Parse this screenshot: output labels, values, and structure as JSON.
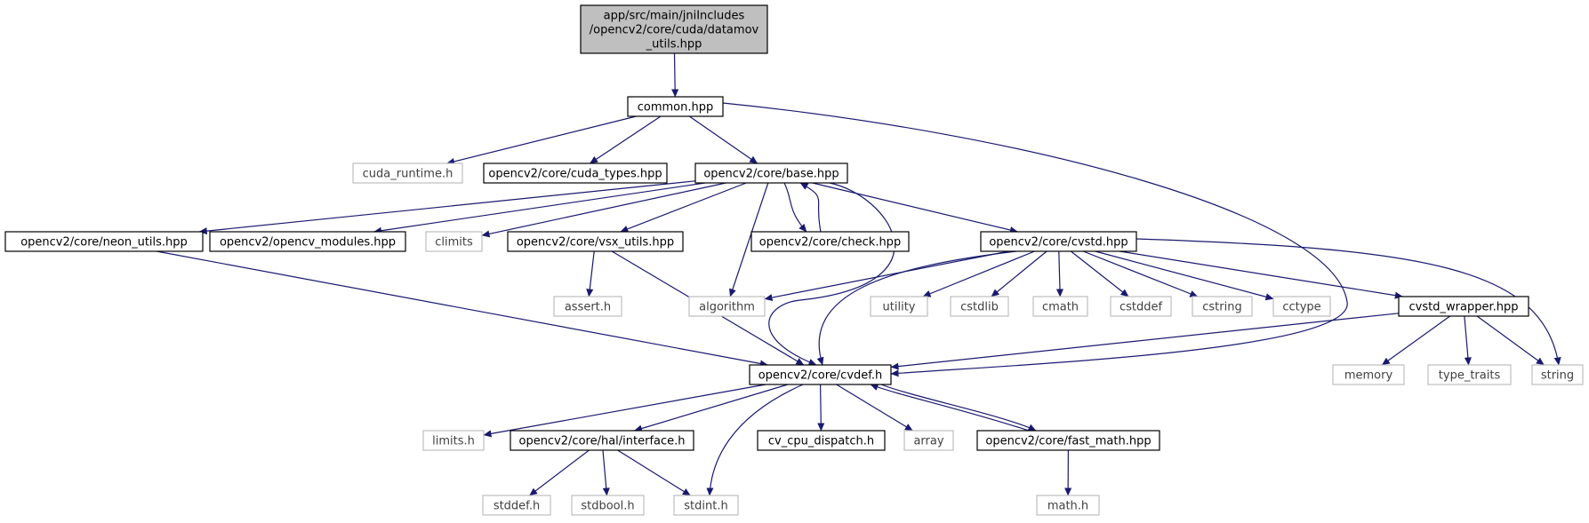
{
  "colors": {
    "edge": "#191970",
    "node_border_documented": "#000000",
    "node_border_external": "#bfbfbf",
    "text_documented": "#000000",
    "text_external": "#404040",
    "root_fill": "#bfbfbf",
    "node_fill": "#ffffff"
  },
  "nodes": {
    "root": {
      "lines": [
        "app/src/main/jniIncludes",
        "/opencv2/core/cuda/datamov",
        "_utils.hpp"
      ],
      "kind": "root"
    },
    "common": {
      "lines": [
        "common.hpp"
      ],
      "kind": "documented"
    },
    "cuda_runtime": {
      "lines": [
        "cuda_runtime.h"
      ],
      "kind": "external"
    },
    "cuda_types": {
      "lines": [
        "opencv2/core/cuda_types.hpp"
      ],
      "kind": "documented"
    },
    "base": {
      "lines": [
        "opencv2/core/base.hpp"
      ],
      "kind": "documented"
    },
    "neon_utils": {
      "lines": [
        "opencv2/core/neon_utils.hpp"
      ],
      "kind": "documented"
    },
    "opencv_modules": {
      "lines": [
        "opencv2/opencv_modules.hpp"
      ],
      "kind": "documented"
    },
    "climits": {
      "lines": [
        "climits"
      ],
      "kind": "external"
    },
    "vsx_utils": {
      "lines": [
        "opencv2/core/vsx_utils.hpp"
      ],
      "kind": "documented"
    },
    "check": {
      "lines": [
        "opencv2/core/check.hpp"
      ],
      "kind": "documented"
    },
    "cvstd": {
      "lines": [
        "opencv2/core/cvstd.hpp"
      ],
      "kind": "documented"
    },
    "assert_h": {
      "lines": [
        "assert.h"
      ],
      "kind": "external"
    },
    "algorithm": {
      "lines": [
        "algorithm"
      ],
      "kind": "external"
    },
    "utility": {
      "lines": [
        "utility"
      ],
      "kind": "external"
    },
    "cstdlib": {
      "lines": [
        "cstdlib"
      ],
      "kind": "external"
    },
    "cmath": {
      "lines": [
        "cmath"
      ],
      "kind": "external"
    },
    "cstddef": {
      "lines": [
        "cstddef"
      ],
      "kind": "external"
    },
    "cstring": {
      "lines": [
        "cstring"
      ],
      "kind": "external"
    },
    "cctype": {
      "lines": [
        "cctype"
      ],
      "kind": "external"
    },
    "cvstd_wrapper": {
      "lines": [
        "cvstd_wrapper.hpp"
      ],
      "kind": "documented"
    },
    "cvdef": {
      "lines": [
        "opencv2/core/cvdef.h"
      ],
      "kind": "documented"
    },
    "memory": {
      "lines": [
        "memory"
      ],
      "kind": "external"
    },
    "type_traits": {
      "lines": [
        "type_traits"
      ],
      "kind": "external"
    },
    "string": {
      "lines": [
        "string"
      ],
      "kind": "external"
    },
    "limits_h": {
      "lines": [
        "limits.h"
      ],
      "kind": "external"
    },
    "hal_interface": {
      "lines": [
        "opencv2/core/hal/interface.h"
      ],
      "kind": "documented"
    },
    "cv_cpu_dispatch": {
      "lines": [
        "cv_cpu_dispatch.h"
      ],
      "kind": "documented"
    },
    "array": {
      "lines": [
        "array"
      ],
      "kind": "external"
    },
    "fast_math": {
      "lines": [
        "opencv2/core/fast_math.hpp"
      ],
      "kind": "documented"
    },
    "stddef_h": {
      "lines": [
        "stddef.h"
      ],
      "kind": "external"
    },
    "stdbool_h": {
      "lines": [
        "stdbool.h"
      ],
      "kind": "external"
    },
    "stdint_h": {
      "lines": [
        "stdint.h"
      ],
      "kind": "external"
    },
    "math_h": {
      "lines": [
        "math.h"
      ],
      "kind": "external"
    }
  },
  "edges": [
    [
      "root",
      "common"
    ],
    [
      "common",
      "cuda_runtime"
    ],
    [
      "common",
      "cuda_types"
    ],
    [
      "common",
      "base"
    ],
    [
      "common",
      "cvdef"
    ],
    [
      "base",
      "neon_utils"
    ],
    [
      "base",
      "opencv_modules"
    ],
    [
      "base",
      "climits"
    ],
    [
      "base",
      "vsx_utils"
    ],
    [
      "base",
      "algorithm"
    ],
    [
      "base",
      "check"
    ],
    [
      "base",
      "cvstd"
    ],
    [
      "base",
      "cvdef"
    ],
    [
      "check",
      "base"
    ],
    [
      "neon_utils",
      "cvdef"
    ],
    [
      "vsx_utils",
      "assert_h"
    ],
    [
      "vsx_utils",
      "cvdef"
    ],
    [
      "cvstd",
      "algorithm"
    ],
    [
      "cvstd",
      "utility"
    ],
    [
      "cvstd",
      "cstdlib"
    ],
    [
      "cvstd",
      "cmath"
    ],
    [
      "cvstd",
      "cstddef"
    ],
    [
      "cvstd",
      "cstring"
    ],
    [
      "cvstd",
      "cctype"
    ],
    [
      "cvstd",
      "cvstd_wrapper"
    ],
    [
      "cvstd",
      "string"
    ],
    [
      "cvstd",
      "cvdef"
    ],
    [
      "cvstd_wrapper",
      "cvdef"
    ],
    [
      "cvstd_wrapper",
      "memory"
    ],
    [
      "cvstd_wrapper",
      "type_traits"
    ],
    [
      "cvstd_wrapper",
      "string"
    ],
    [
      "cvdef",
      "limits_h"
    ],
    [
      "cvdef",
      "hal_interface"
    ],
    [
      "cvdef",
      "cv_cpu_dispatch"
    ],
    [
      "cvdef",
      "array"
    ],
    [
      "cvdef",
      "fast_math"
    ],
    [
      "cvdef",
      "stdint_h"
    ],
    [
      "fast_math",
      "cvdef"
    ],
    [
      "fast_math",
      "math_h"
    ],
    [
      "hal_interface",
      "stddef_h"
    ],
    [
      "hal_interface",
      "stdbool_h"
    ],
    [
      "hal_interface",
      "stdint_h"
    ]
  ]
}
